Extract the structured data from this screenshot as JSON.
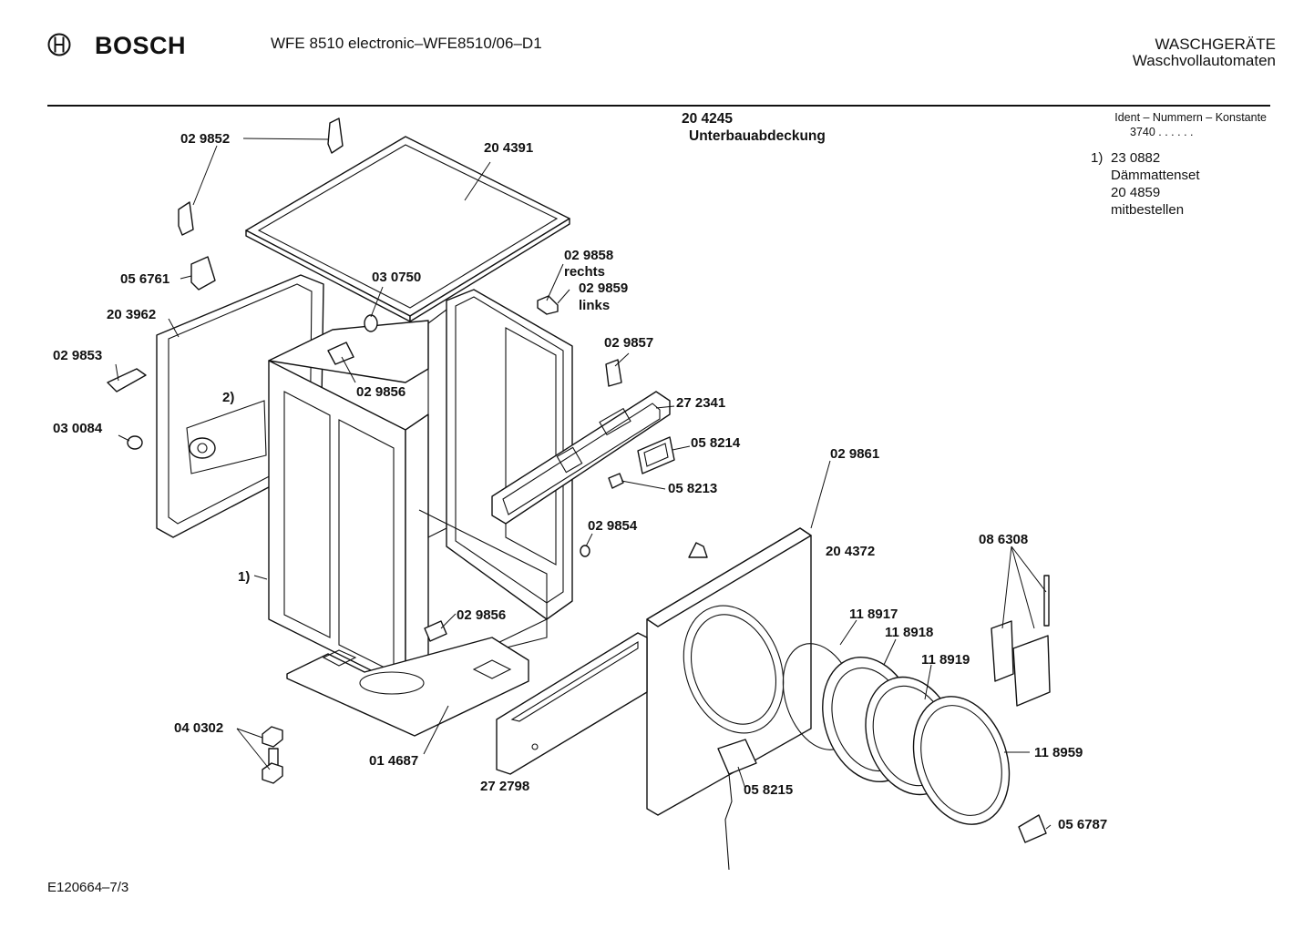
{
  "header": {
    "brand": "BOSCH",
    "model_title": "WFE 8510 electronic–WFE8510/06–D1",
    "category_line1": "WASCHGERÄTE",
    "category_line2": "Waschvollautomaten"
  },
  "subheader": {
    "part_number": "20 4245",
    "part_name": "Unterbauabdeckung"
  },
  "side_info": {
    "ident_label": "Ident – Nummern – Konstante",
    "ident_value": "3740 . . . . . ."
  },
  "notes": {
    "marker": "1)",
    "line1": "23 0882",
    "line2": "Dämmattenset",
    "line3": "20 4859",
    "line4": "mitbestellen"
  },
  "labels": {
    "l_029852": "02 9852",
    "l_204391": "20 4391",
    "l_056761": "05 6761",
    "l_030750": "03 0750",
    "l_029858": "02 9858",
    "l_rechts": "rechts",
    "l_029859": "02 9859",
    "l_links": "links",
    "l_203962": "20 3962",
    "l_029857": "02 9857",
    "l_029853": "02 9853",
    "l_029856a": "02 9856",
    "l_2": "2)",
    "l_272341": "27 2341",
    "l_030084": "03 0084",
    "l_058214": "05 8214",
    "l_029861": "02 9861",
    "l_058213": "05 8213",
    "l_029854": "02 9854",
    "l_204372": "20 4372",
    "l_086308": "08 6308",
    "l_1": "1)",
    "l_118917": "11 8917",
    "l_029856b": "02 9856",
    "l_118918": "11 8918",
    "l_118919": "11 8919",
    "l_040302": "04 0302",
    "l_118959": "11 8959",
    "l_014687": "01 4687",
    "l_058215": "05 8215",
    "l_272798": "27 2798",
    "l_056787": "05 6787"
  },
  "footer": {
    "drawing_id": "E120664–7/3"
  }
}
